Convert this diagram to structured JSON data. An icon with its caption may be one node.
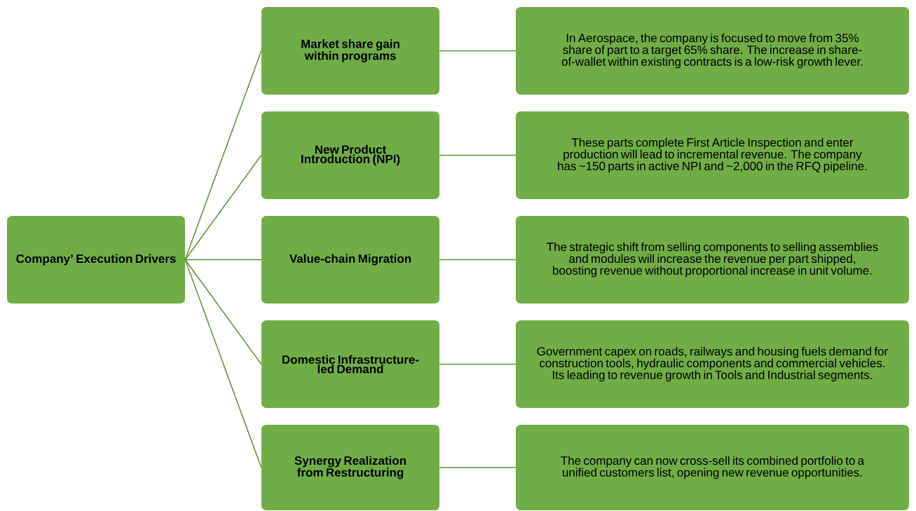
{
  "diagram": {
    "nodes": [
      {
        "text": [
          "Company’ Execution Drivers"
        ]
      },
      {
        "text": [
          "Market share gain within programs"
        ]
      },
      {
        "text": [
          "In Aerospace, the company is focused to move from 35% share of part to a target 65% share. The increase in share-of-wallet within existing contracts is a low-risk growth lever."
        ]
      },
      {
        "text": [
          "New Product Introduction (NPI)"
        ]
      },
      {
        "text": [
          "These parts complete First Article Inspection and enter production will lead to incremental revenue. The company has ~150 parts in active NPI and ~2,000 in the RFQ pipeline."
        ]
      },
      {
        "text": [
          "Value-chain Migration"
        ]
      },
      {
        "text": [
          "The strategic shift from selling components to selling assemblies and modules will increase the revenue per part shipped, boosting revenue without proportional increase in unit volume."
        ]
      },
      {
        "text": [
          "Domestic Infrastructure-led Demand"
        ]
      },
      {
        "text": [
          "Government capex on roads, railways and housing fuels demand for construction tools, hydraulic components and commercial vehicles. Its leading to revenue growth in Tools and Industrial segments."
        ]
      },
      {
        "text": [
          "Synergy Realization from Restructuring"
        ]
      },
      {
        "text": [
          "The company can now cross-sell its combined portfolio to a unified customers list, opening new revenue opportunities."
        ]
      }
    ],
    "edges": [
      {
        "from": 0,
        "to": 1,
        "arrow": "none"
      },
      {
        "from": 0,
        "to": 3,
        "arrow": "none"
      },
      {
        "from": 0,
        "to": 5,
        "arrow": "none"
      },
      {
        "from": 0,
        "to": 7,
        "arrow": "none"
      },
      {
        "from": 0,
        "to": 9,
        "arrow": "none"
      },
      {
        "from": 1,
        "to": 2,
        "arrow": "none"
      },
      {
        "from": 3,
        "to": 4,
        "arrow": "none"
      },
      {
        "from": 5,
        "to": 6,
        "arrow": "none"
      },
      {
        "from": 7,
        "to": 8,
        "arrow": "none"
      },
      {
        "from": 9,
        "to": 10,
        "arrow": "none"
      }
    ]
  }
}
